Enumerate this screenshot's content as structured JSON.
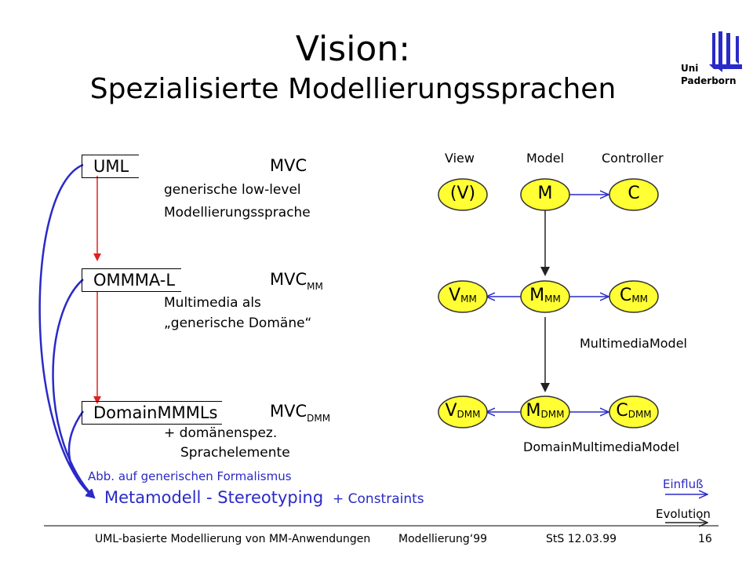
{
  "title": {
    "line1": "Vision:",
    "line2": "Spezialisierte Modellierungssprachen"
  },
  "logo": {
    "line1": "Uni",
    "line2": "Paderborn"
  },
  "left": {
    "levels": [
      {
        "box": "UML",
        "mvc": "MVC",
        "mvc_sub": "",
        "desc_line1": "generische low-level",
        "desc_line2": "Modellierungssprache"
      },
      {
        "box": "OMMMA-L",
        "mvc": "MVC",
        "mvc_sub": "MM",
        "desc_line1": "Multimedia als",
        "desc_line2": "„generische Domäne“"
      },
      {
        "box": "DomainMMMLs",
        "mvc": "MVC",
        "mvc_sub": "DMM",
        "desc_line1": "+ domänenspez.",
        "desc_line2": "Sprachelemente"
      }
    ],
    "abb_label": "Abb. auf generischen Formalismus",
    "metamodel": "Metamodell - Stereotyping",
    "constraints": "+ Constraints"
  },
  "right": {
    "headers": [
      "View",
      "Model",
      "Controller"
    ],
    "rows": [
      {
        "v": "(V)",
        "v_sub": "",
        "m": "M",
        "m_sub": "",
        "c": "C",
        "c_sub": ""
      },
      {
        "v": "V",
        "v_sub": "MM",
        "m": "M",
        "m_sub": "MM",
        "c": "C",
        "c_sub": "MM"
      },
      {
        "v": "V",
        "v_sub": "DMM",
        "m": "M",
        "m_sub": "DMM",
        "c": "C",
        "c_sub": "DMM"
      }
    ],
    "label_mm": "MultimediaModel",
    "label_dmm": "DomainMultimediaModel"
  },
  "legend": {
    "einfluss": "Einfluß",
    "evolution": "Evolution"
  },
  "footer": {
    "left": "UML-basierte Modellierung von MM-Anwendungen",
    "middle": "Modellierung‘99",
    "right": "StS 12.03.99",
    "page": "16"
  },
  "colors": {
    "node_fill": "#ffff33",
    "blue": "#2a2ac8",
    "red": "#e02020"
  }
}
